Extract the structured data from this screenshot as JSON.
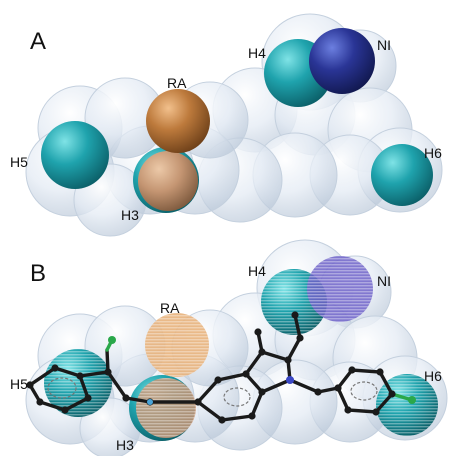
{
  "panels": [
    {
      "letter": "A",
      "labels": {
        "h4": "H4",
        "ni": "NI",
        "ra": "RA",
        "h5": "H5",
        "h6": "H6",
        "h3": "H3"
      }
    },
    {
      "letter": "B",
      "labels": {
        "h4": "H4",
        "ni": "NI",
        "ra": "RA",
        "h5": "H5",
        "h6": "H6",
        "h3": "H3"
      }
    }
  ],
  "colors": {
    "hydrophobic": "#1fa3ad",
    "negative_ionizable": "#1f2a8a",
    "ring_aromatic": "#b9763a",
    "excluded_volume": "#dfe7f2",
    "bond": "#1a1a1a"
  }
}
